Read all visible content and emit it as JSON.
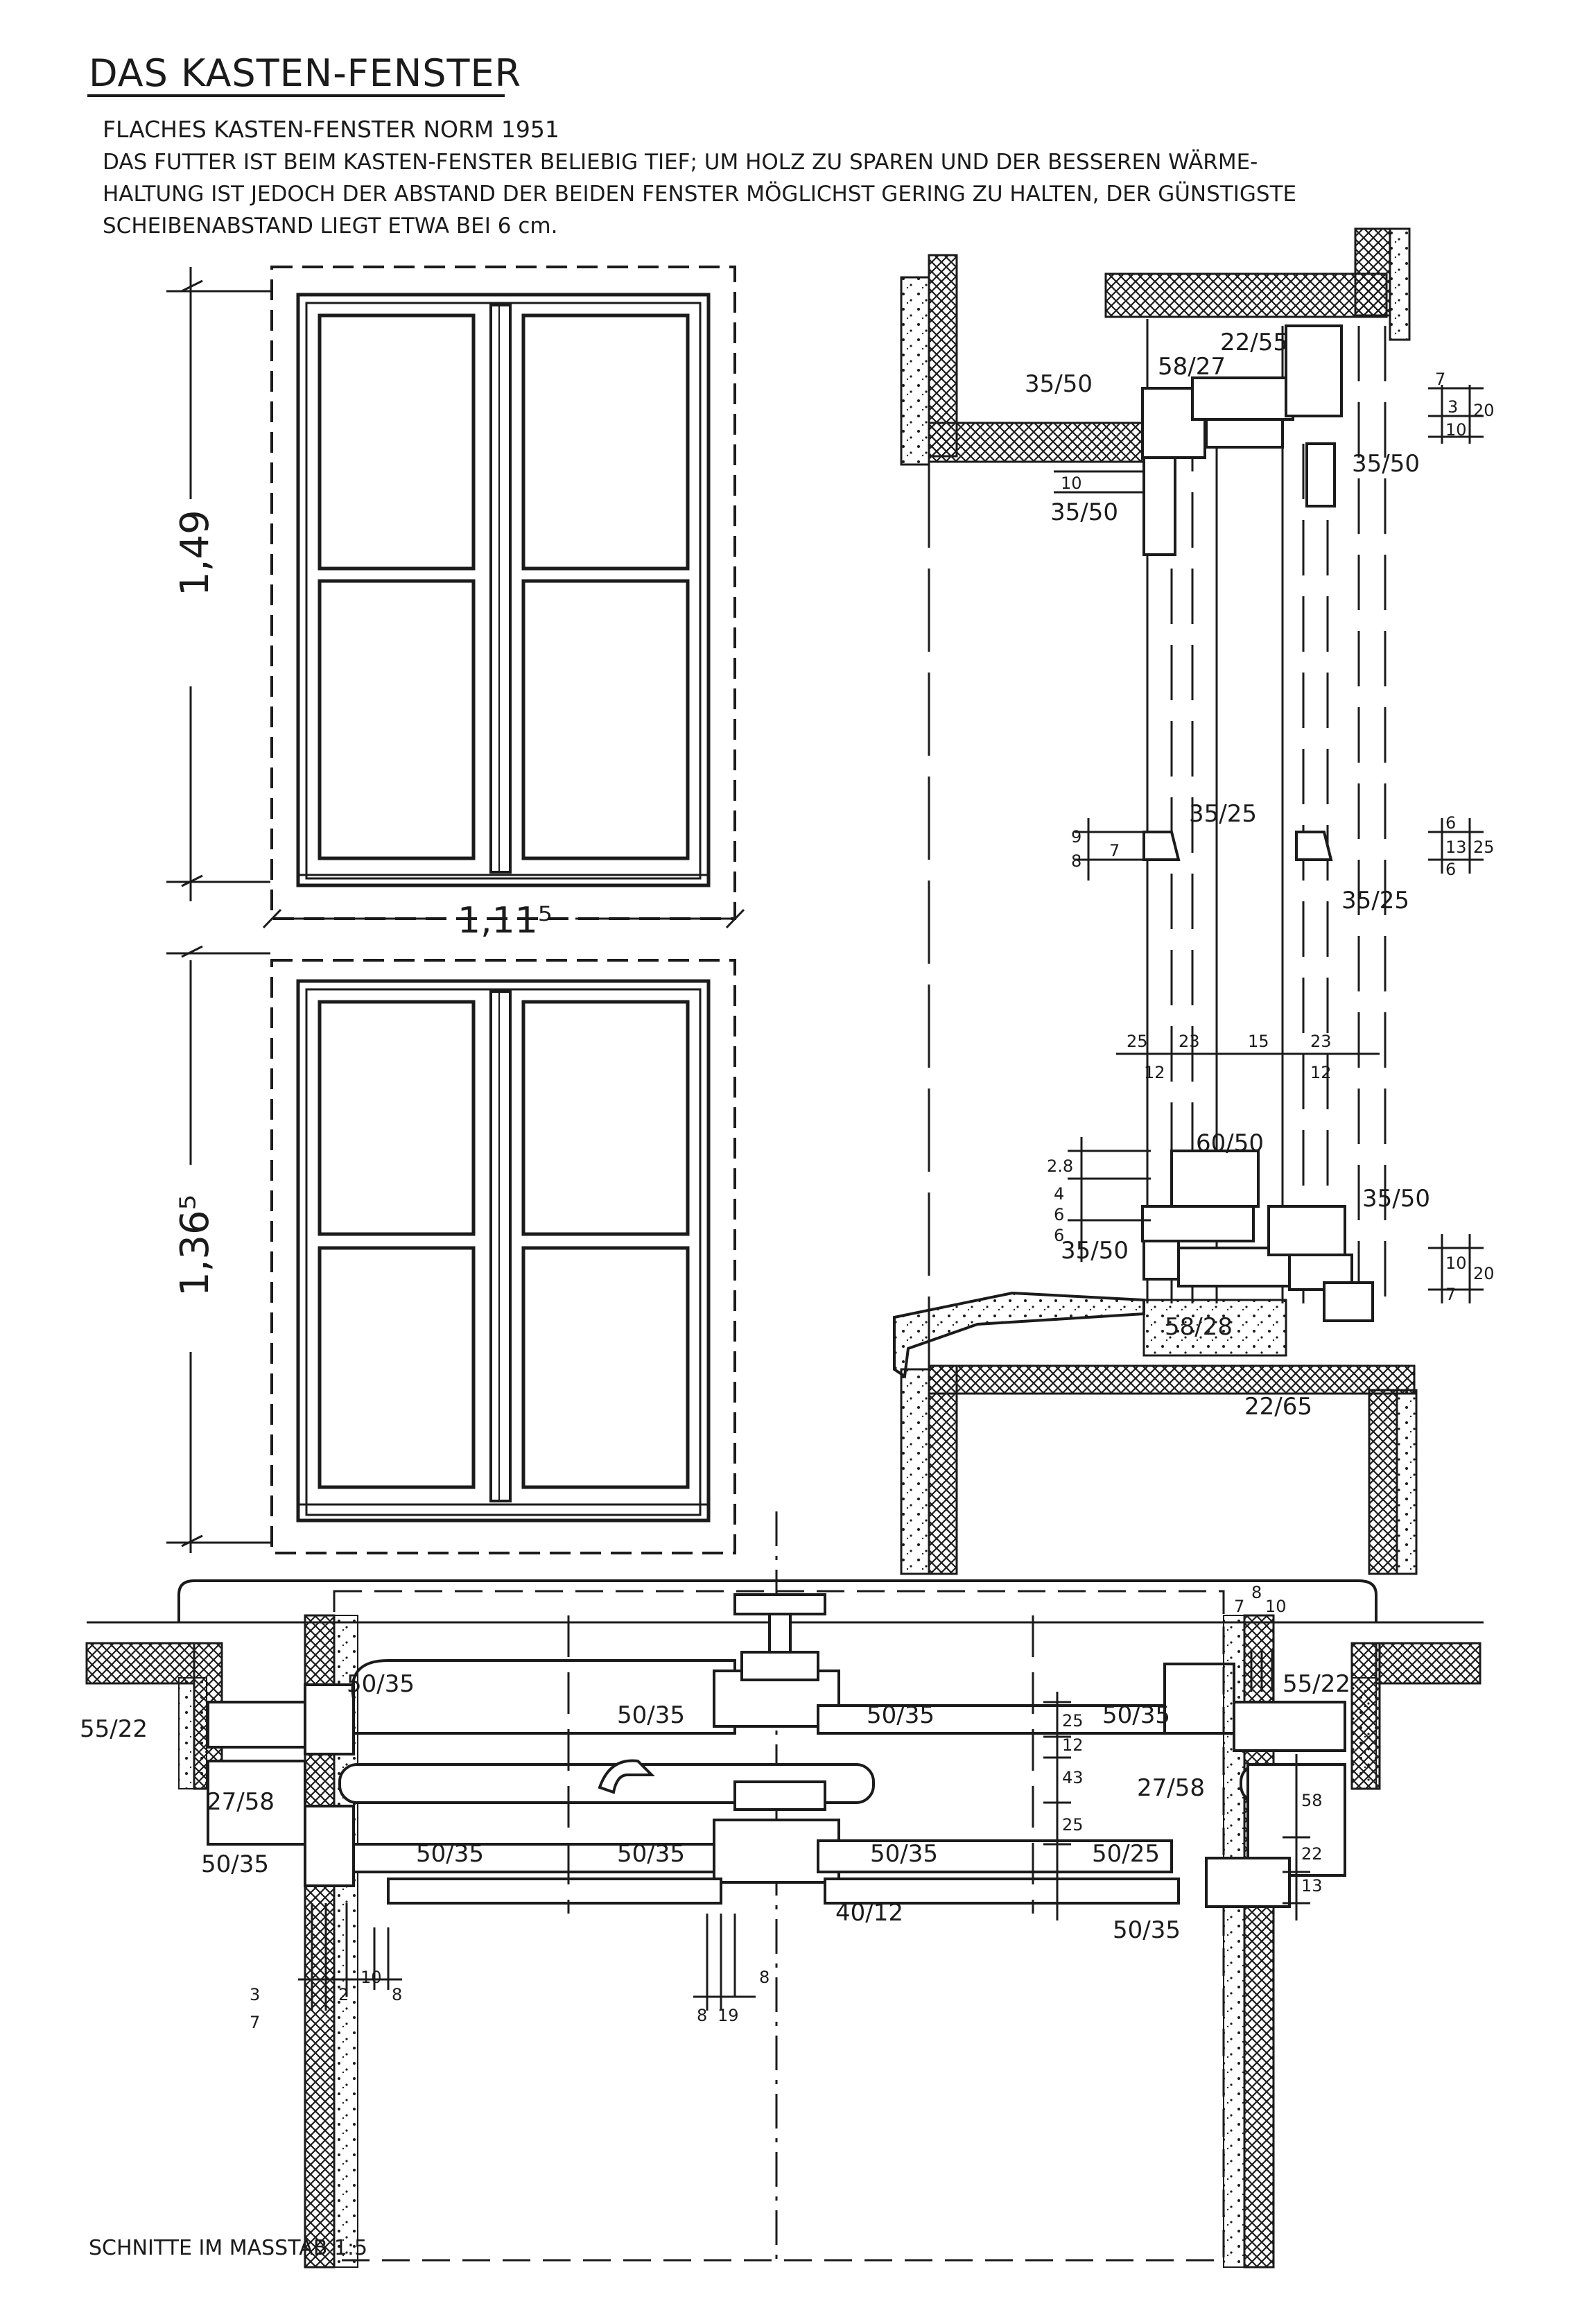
{
  "title": "DAS KASTEN-FENSTER",
  "subtitle": "FLACHES KASTEN-FENSTER NORM 1951",
  "description": [
    "DAS FUTTER IST BEIM KASTEN-FENSTER BELIEBIG TIEF; UM HOLZ ZU SPAREN UND DER BESSEREN WÄRME-",
    "HALTUNG IST JEDOCH DER ABSTAND DER BEIDEN FENSTER MÖGLICHST GERING ZU HALTEN, DER GÜNSTIGSTE",
    "SCHEIBENABSTAND LIEGT ETWA BEI 6 cm."
  ],
  "elevation": {
    "height_upper": "1,49",
    "width": "1,11⁵",
    "height_lower": "1,36⁵"
  },
  "vertical_section": {
    "top": [
      "22/55",
      "58/27",
      "35/50",
      "35/50",
      "35/50"
    ],
    "middle": [
      "35/25",
      "35/25"
    ],
    "bottom": [
      "60/50",
      "35/50",
      "35/50",
      "58/28",
      "22/65"
    ],
    "dims_top": [
      "7",
      "3",
      "10",
      "20",
      "10"
    ],
    "dims_middle_left": [
      "9",
      "8",
      "7"
    ],
    "dims_middle_right": [
      "6",
      "13",
      "6",
      "25"
    ],
    "dims_rail": [
      "25",
      "23",
      "15",
      "23",
      "12",
      "12"
    ],
    "dims_bottom_left": [
      "2.8",
      "4",
      "6",
      "6"
    ],
    "dims_bottom_right": [
      "10",
      "7",
      "20"
    ]
  },
  "horizontal_section": {
    "profiles": [
      "50/35",
      "50/35",
      "50/35",
      "50/35",
      "55/22",
      "55/22",
      "27/58",
      "27/58",
      "50/35",
      "50/35",
      "50/35",
      "50/25",
      "50/35",
      "40/12"
    ],
    "dims_right": [
      "25",
      "12",
      "43",
      "25",
      "58",
      "22",
      "13"
    ],
    "dims_top_right": [
      "7",
      "8",
      "10"
    ],
    "dims_bottom": [
      "3",
      "7",
      "2",
      "10",
      "8",
      "8",
      "19",
      "8"
    ]
  },
  "footer": "SCHNITTE IM MASSTAB 1:5",
  "colors": {
    "ink": "#1b1b1b",
    "paper": "#ffffff"
  }
}
